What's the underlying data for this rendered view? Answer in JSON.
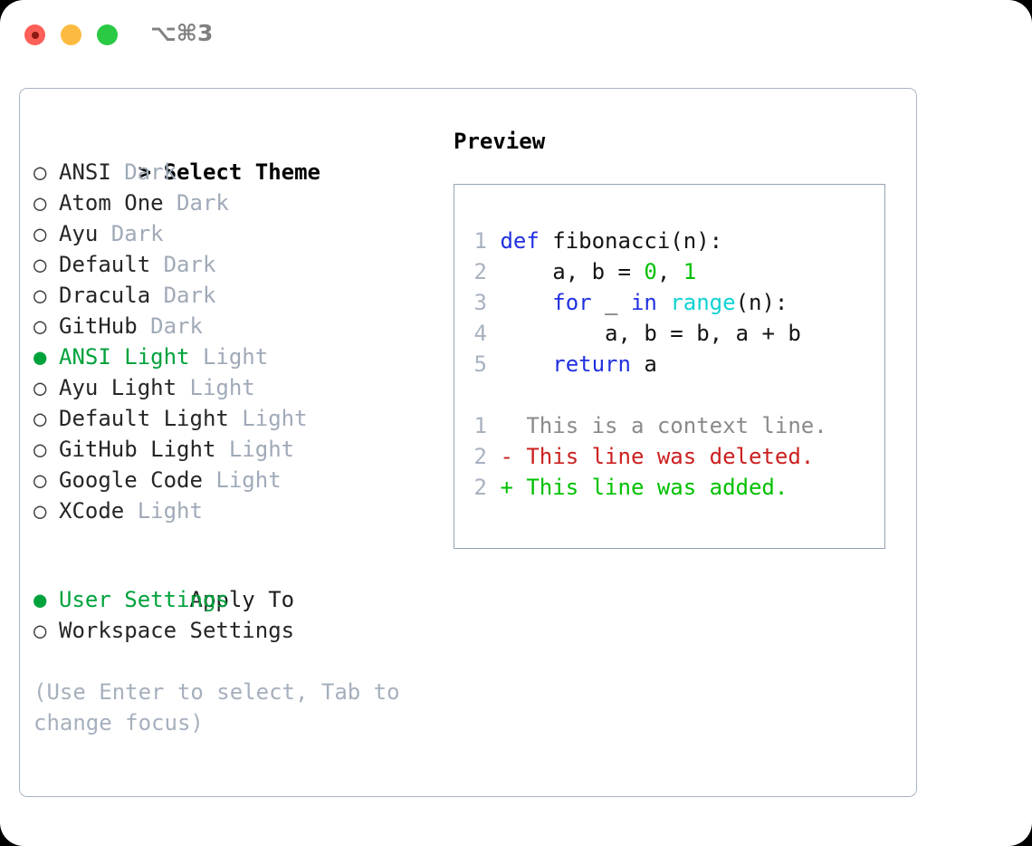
{
  "window": {
    "shortcut_label": "⌥⌘3",
    "traffic_lights": [
      "close-red",
      "minimize-yellow",
      "maximize-green"
    ]
  },
  "theme_selector": {
    "header": "Select Theme",
    "header_marker": "> ",
    "items": [
      {
        "marker": "○ ",
        "name": "ANSI",
        "suffix": "Dark",
        "selected": false
      },
      {
        "marker": "○ ",
        "name": "Atom One",
        "suffix": "Dark",
        "selected": false
      },
      {
        "marker": "○ ",
        "name": "Ayu",
        "suffix": "Dark",
        "selected": false
      },
      {
        "marker": "○ ",
        "name": "Default",
        "suffix": "Dark",
        "selected": false
      },
      {
        "marker": "○ ",
        "name": "Dracula",
        "suffix": "Dark",
        "selected": false
      },
      {
        "marker": "○ ",
        "name": "GitHub",
        "suffix": "Dark",
        "selected": false
      },
      {
        "marker": "● ",
        "name": "ANSI Light",
        "suffix": "Light",
        "selected": true
      },
      {
        "marker": "○ ",
        "name": "Ayu Light",
        "suffix": "Light",
        "selected": false
      },
      {
        "marker": "○ ",
        "name": "Default Light",
        "suffix": "Light",
        "selected": false
      },
      {
        "marker": "○ ",
        "name": "GitHub Light",
        "suffix": "Light",
        "selected": false
      },
      {
        "marker": "○ ",
        "name": "Google Code",
        "suffix": "Light",
        "selected": false
      },
      {
        "marker": "○ ",
        "name": "XCode",
        "suffix": "Light",
        "selected": false
      }
    ]
  },
  "apply_to": {
    "header": "Apply To",
    "header_marker": "  ",
    "items": [
      {
        "marker": "● ",
        "name": "User Settings",
        "selected": true
      },
      {
        "marker": "○ ",
        "name": "Workspace Settings",
        "selected": false
      }
    ]
  },
  "hint": "(Use Enter to select, Tab to change focus)",
  "preview": {
    "title": "Preview",
    "code_lines": [
      {
        "no": "1",
        "tokens": [
          {
            "t": "def",
            "c": "kw"
          },
          {
            "t": " fibonacci(n):",
            "c": "pl"
          }
        ]
      },
      {
        "no": "2",
        "tokens": [
          {
            "t": "    a, b = ",
            "c": "pl"
          },
          {
            "t": "0",
            "c": "num"
          },
          {
            "t": ", ",
            "c": "pl"
          },
          {
            "t": "1",
            "c": "num"
          }
        ]
      },
      {
        "no": "3",
        "tokens": [
          {
            "t": "    ",
            "c": "pl"
          },
          {
            "t": "for",
            "c": "kw"
          },
          {
            "t": " _ ",
            "c": "pl"
          },
          {
            "t": "in",
            "c": "kw"
          },
          {
            "t": " ",
            "c": "pl"
          },
          {
            "t": "range",
            "c": "fn"
          },
          {
            "t": "(n):",
            "c": "pl"
          }
        ]
      },
      {
        "no": "4",
        "tokens": [
          {
            "t": "        a, b = b, a + b",
            "c": "pl"
          }
        ]
      },
      {
        "no": "5",
        "tokens": [
          {
            "t": "    ",
            "c": "pl"
          },
          {
            "t": "return",
            "c": "kw"
          },
          {
            "t": " a",
            "c": "pl"
          }
        ]
      }
    ],
    "diff_lines": [
      {
        "no": "1",
        "text": "   This is a context line.",
        "kind": "ctx"
      },
      {
        "no": "2",
        "text": " - This line was deleted.",
        "kind": "del"
      },
      {
        "no": "2",
        "text": " + This line was added.",
        "kind": "add"
      }
    ]
  },
  "colors": {
    "accent_green": "#00a23c",
    "diff_add": "#00c000",
    "diff_del": "#cc2020",
    "keyword_blue": "#2030e0",
    "function_cyan": "#0fd2d2",
    "muted_gray": "#a0aab8",
    "border": "#aab4c2"
  }
}
